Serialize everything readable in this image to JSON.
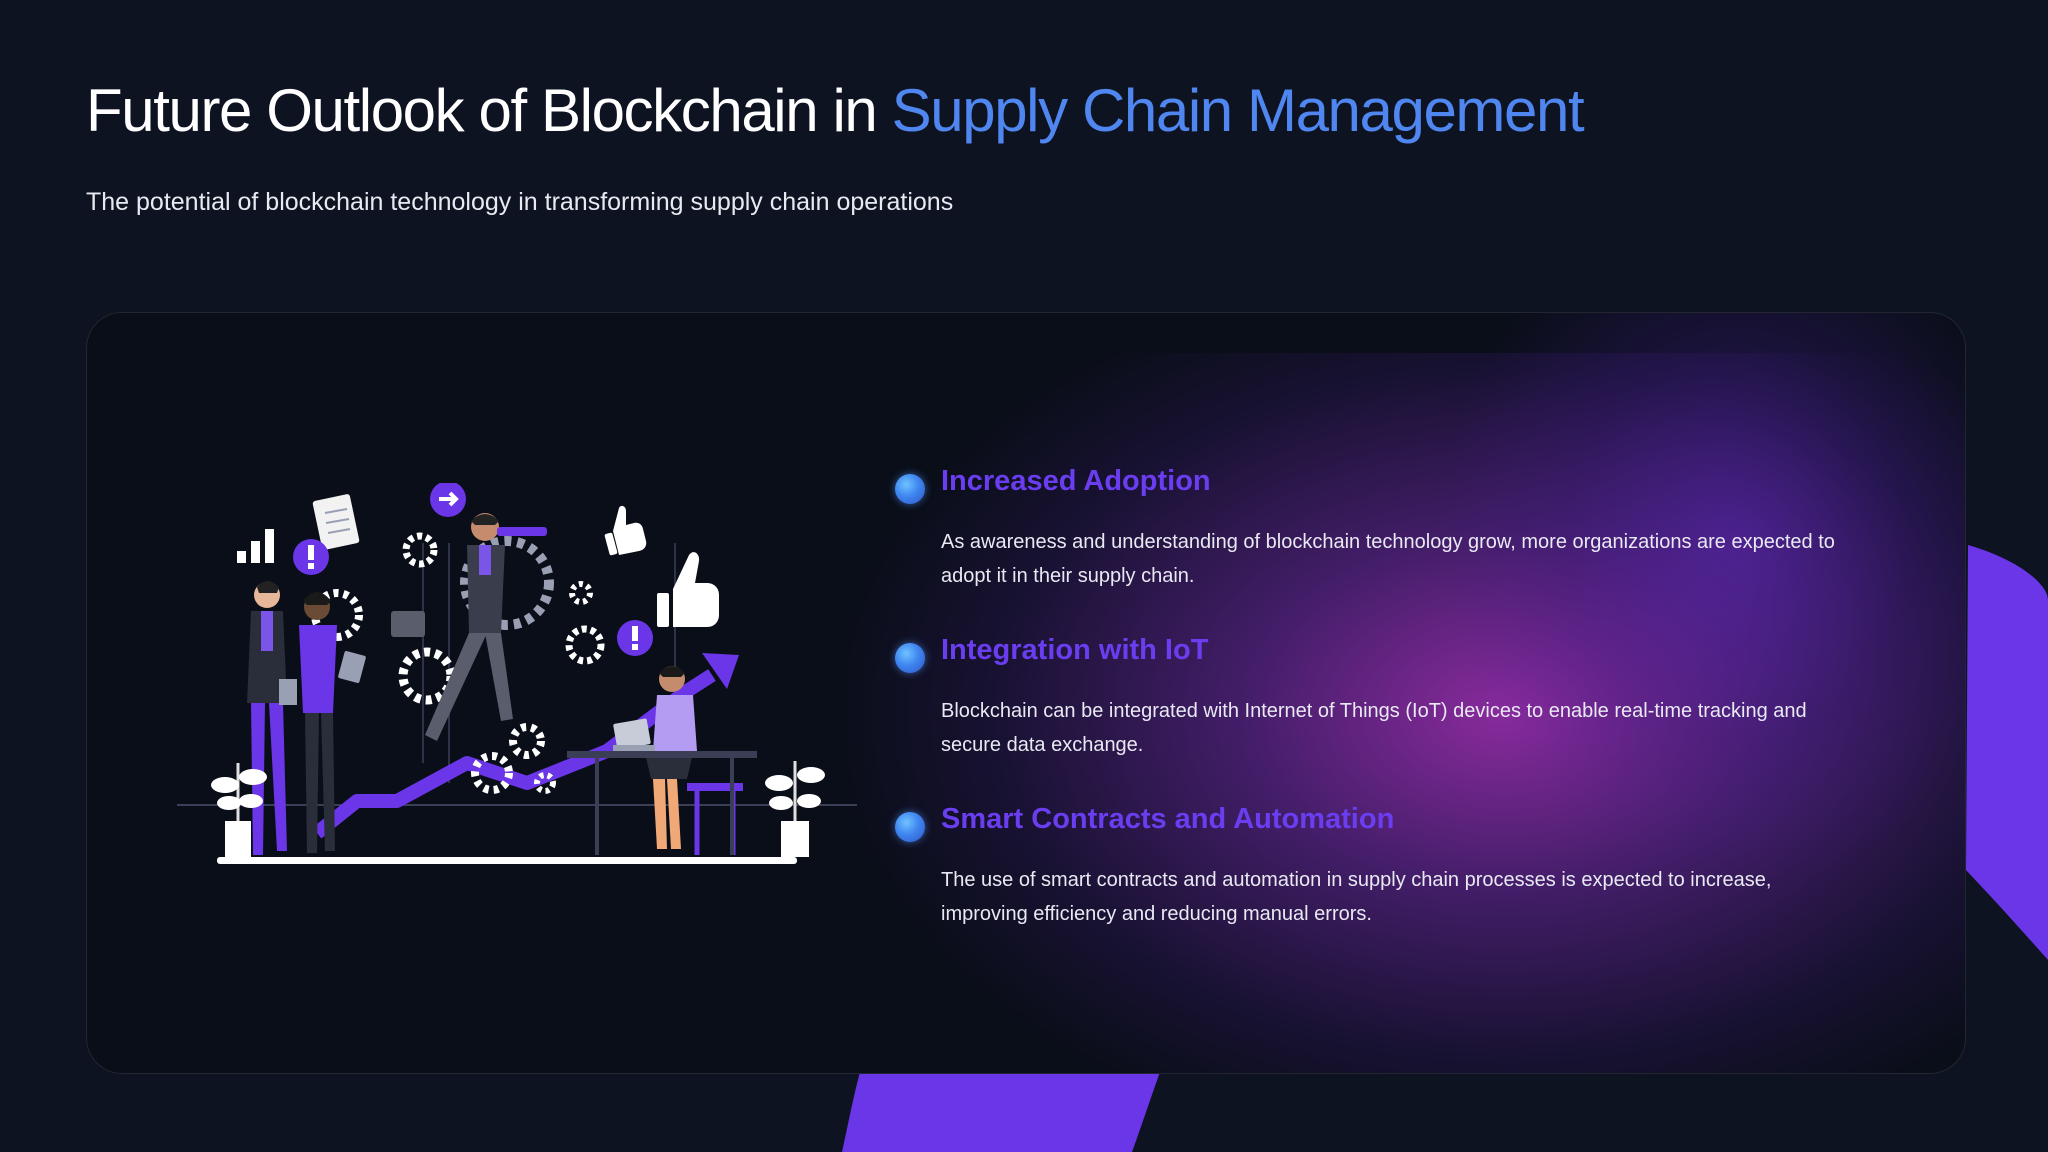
{
  "header": {
    "title_main": "Future Outlook of Blockchain in ",
    "title_accent": "Supply Chain Management",
    "subtitle": "The potential of blockchain technology in transforming supply chain operations"
  },
  "items": [
    {
      "title": "Increased Adoption",
      "description": "As awareness and understanding of blockchain technology grow, more organizations are expected to adopt it in their supply chain."
    },
    {
      "title": "Integration with IoT",
      "description": "Blockchain can be integrated with Internet of Things (IoT) devices to enable real-time tracking and secure data exchange."
    },
    {
      "title": "Smart Contracts and Automation",
      "description": "The use of smart contracts and automation in supply chain processes is expected to increase, improving efficiency and reducing manual errors."
    }
  ],
  "colors": {
    "background": "#0e1322",
    "accent_blue": "#4f86f0",
    "item_title": "#6a3ef0",
    "purple": "#6b35e8"
  },
  "illustration": {
    "icons": [
      "bar-chart-icon",
      "document-icon",
      "alert-icon",
      "arrow-right-icon",
      "thumbs-up-icon",
      "gear-icon",
      "growth-arrow-icon",
      "laptop-icon",
      "plant-icon"
    ]
  }
}
